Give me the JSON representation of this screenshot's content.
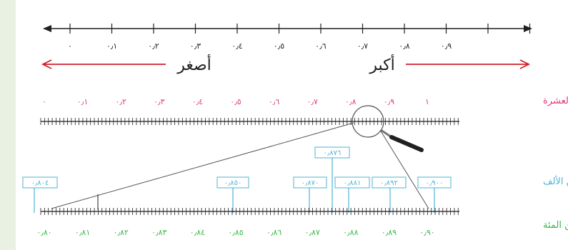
{
  "top_line": {
    "ticks": [
      "٠",
      "٠٫١",
      "٠٫٢",
      "٠٫٣",
      "٠٫٤",
      "٠٫٥",
      "٠٫٦",
      "٠٫٧",
      "٠٫٨",
      "٠٫٩"
    ],
    "larger_label": "أكبر",
    "smaller_label": "أصغر"
  },
  "tenths_row": {
    "label": "أجزاء من العشرة",
    "ticks": [
      "٠",
      "٠٫١",
      "٠٫٢",
      "٠٫٣",
      "٠٫٤",
      "٠٫٥",
      "٠٫٦",
      "٠٫٧",
      "٠٫٨",
      "٠٫٩",
      "١"
    ]
  },
  "thousandths_row": {
    "label": "أجزاء من الألف",
    "boxes": [
      "٠٫٨٠٤",
      "٠٫٨٥٠",
      "٠٫٨٧٠",
      "٠٫٨٨١",
      "٠٫٨٩٢",
      "٠٫٩٠٠"
    ],
    "magnified_value": "٠٫٨٧٦"
  },
  "hundredths_row": {
    "label": "أجزاء من المئة",
    "ticks": [
      "٠٫٨٠",
      "٠٫٨١",
      "٠٫٨٢",
      "٠٫٨٣",
      "٠٫٨٤",
      "٠٫٨٥",
      "٠٫٨٦",
      "٠٫٨٧",
      "٠٫٨٨",
      "٠٫٨٩",
      "٠٫٩٠"
    ]
  },
  "colors": {
    "sidebar": "#e8f1e2",
    "line": "#231f20",
    "arrow_red": "#d0202e",
    "tenths_pink": "#e0397e",
    "thousandths_blue": "#4fb3d6",
    "hundredths_green": "#3cb54a"
  }
}
